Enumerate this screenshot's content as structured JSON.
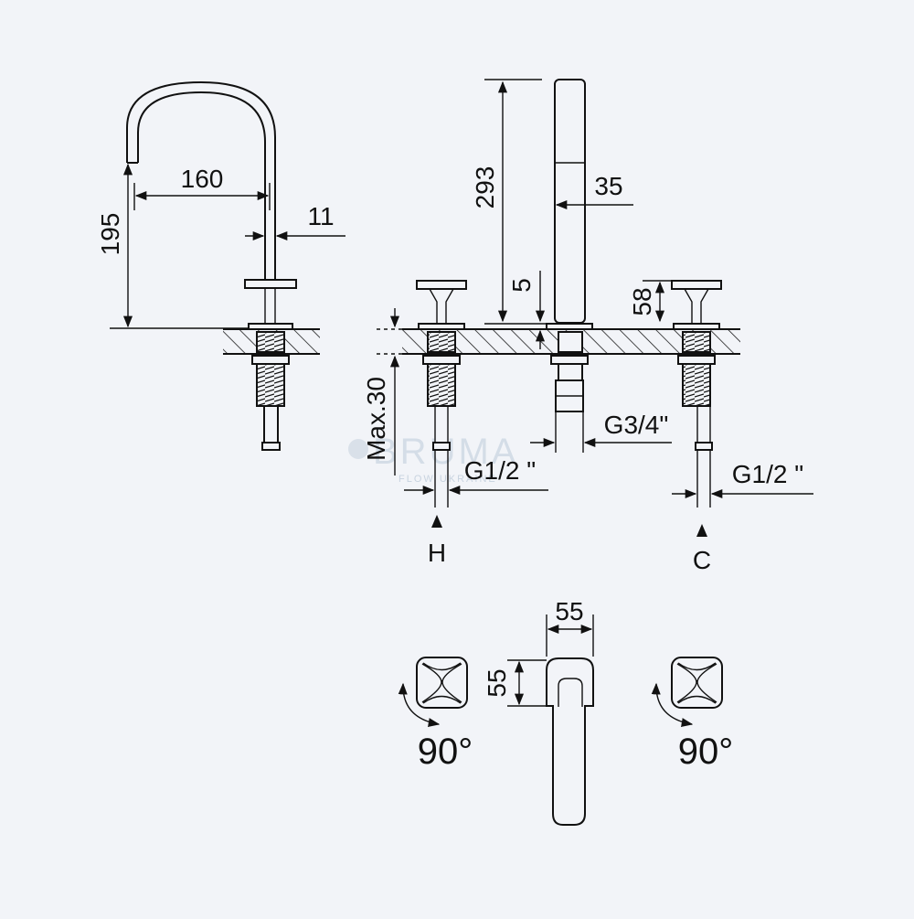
{
  "dimensions": {
    "spout_reach": "160",
    "spout_height": "195",
    "spout_diameter": "11",
    "handshower_height": "293",
    "handshower_diameter": "35",
    "gap": "5",
    "handle_height": "58",
    "max_thickness": "Max.30",
    "outlet_thread": "G3/4\"",
    "hot_thread": "G1/2 \"",
    "cold_thread": "G1/2 \"",
    "top_width": "55",
    "top_depth": "55"
  },
  "labels": {
    "hot": "H",
    "cold": "C",
    "rotation_left": "90°",
    "rotation_right": "90°"
  },
  "watermark": {
    "brand": "BRUMA",
    "subtitle": "FLOW UKRAINE"
  },
  "colors": {
    "background": "#f2f4f8",
    "line": "#111111",
    "watermark": "#9fb3c8"
  },
  "icons": [
    "rotation-arrow-icon",
    "up-arrow-icon",
    "cross-handle-icon"
  ]
}
